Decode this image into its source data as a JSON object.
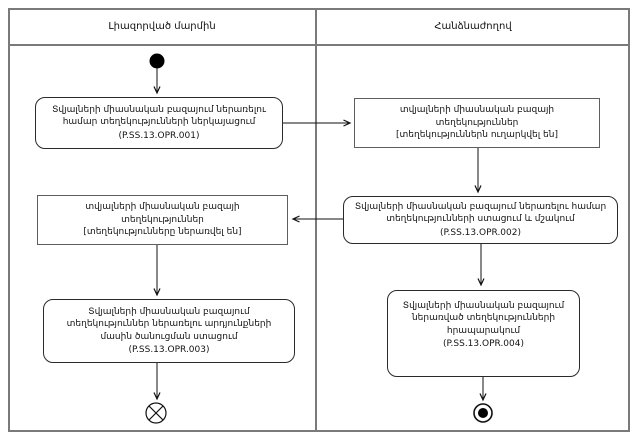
{
  "colors": {
    "frame_gray": "#7a7a7a",
    "ink": "#1a1a1a"
  },
  "lanes": {
    "left": {
      "title": "Լիազորված մարմին"
    },
    "right": {
      "title": "Հանձնաժողով"
    }
  },
  "nodes": {
    "a1": {
      "label": "Տվյալների միասնական բազայում ներառելու համար տեղեկությունների ներկայացում",
      "code": "(P.SS.13.OPR.001)"
    },
    "o1": {
      "label": "տվյալների միասնական բազայի տեղեկություններ",
      "state": "[տեղեկություններն ուղարկվել են]"
    },
    "a2": {
      "label": "Տվյալների միասնական բազայում ներառելու համար տեղեկությունների ստացում և մշակում",
      "code": "(P.SS.13.OPR.002)"
    },
    "o2": {
      "label": "տվյալների միասնական բազայի տեղեկություններ",
      "state": "[տեղեկությունները ներառվել են]"
    },
    "a3": {
      "label": "Տվյալների միասնական բազայում տեղեկություններ ներառելու արդյունքների մասին ծանուցման ստացում",
      "code": "(P.SS.13.OPR.003)"
    },
    "a4": {
      "label": "Տվյալների միասնական բազայում ներառված տեղեկությունների հրապարակում",
      "code": "(P.SS.13.OPR.004)"
    }
  }
}
